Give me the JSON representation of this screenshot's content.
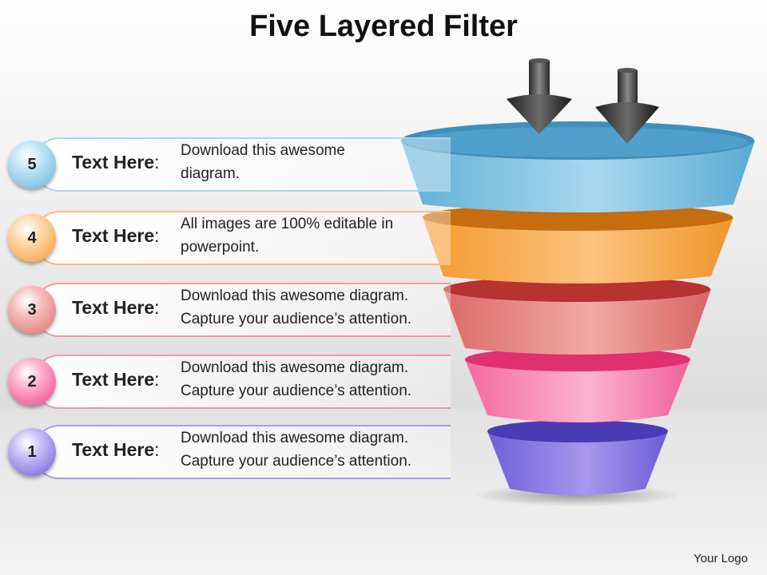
{
  "title": "Five Layered Filter",
  "logo": "Your Logo",
  "items": [
    {
      "number": "5",
      "label": "Text Here",
      "colon": ":",
      "lines": [
        "Download this awesome",
        "diagram."
      ],
      "color": "#6bb9dc"
    },
    {
      "number": "4",
      "label": "Text Here",
      "colon": ":",
      "lines": [
        "All images are 100% editable in",
        "powerpoint."
      ],
      "color": "#f7a33e"
    },
    {
      "number": "3",
      "label": "Text Here",
      "colon": ":",
      "lines": [
        "Download this awesome diagram.",
        "Capture your audience’s attention."
      ],
      "color": "#e47474"
    },
    {
      "number": "2",
      "label": "Text Here",
      "colon": ":",
      "lines": [
        "Download this awesome diagram.",
        "Capture your audience’s attention."
      ],
      "color": "#f05a96"
    },
    {
      "number": "1",
      "label": "Text Here",
      "colon": ":",
      "lines": [
        "Download this awesome diagram.",
        "Capture your audience’s attention."
      ],
      "color": "#7e6ee2"
    }
  ]
}
